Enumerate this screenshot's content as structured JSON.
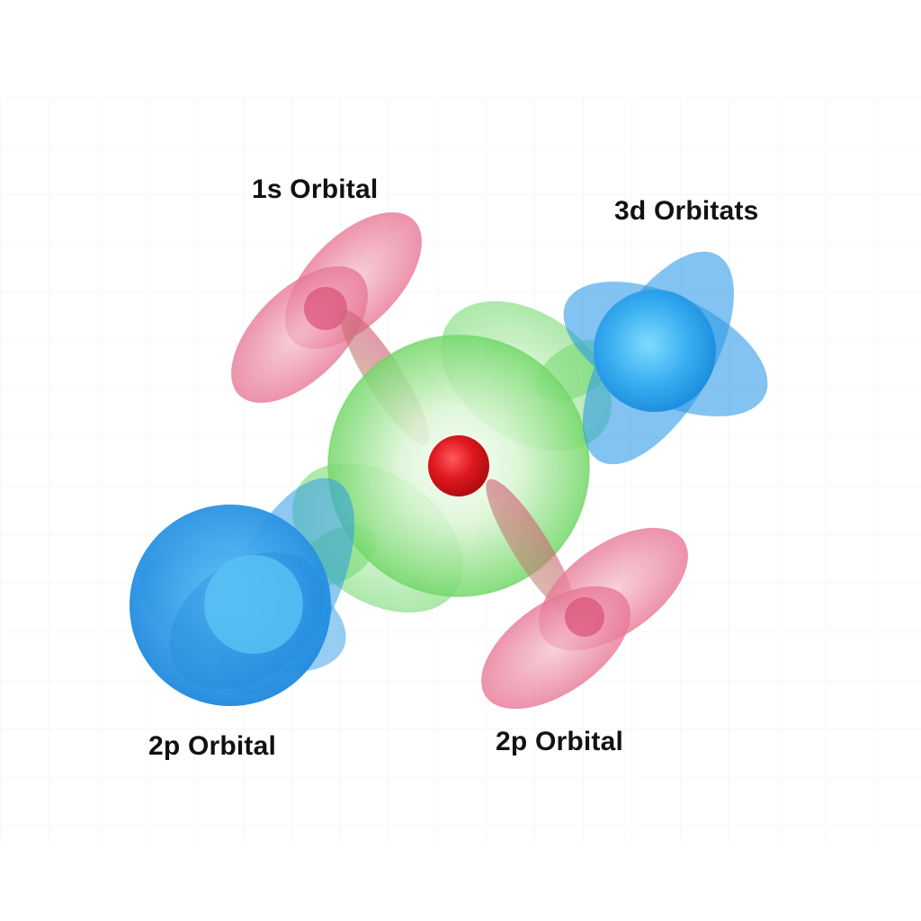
{
  "labels": {
    "top_left": "1s Orbital",
    "top_right": "3d Orbitats",
    "bottom_left": "2p Orbital",
    "bottom_right": "2p Orbital"
  },
  "colors": {
    "background": "#ffffff",
    "grid": "#eef0f3",
    "nucleus": "#d8141c",
    "green_orbital": "#5fd35a",
    "blue_orbital": "#2f9be8",
    "pink_orbital": "#e8708f",
    "label_text": "#111111"
  }
}
